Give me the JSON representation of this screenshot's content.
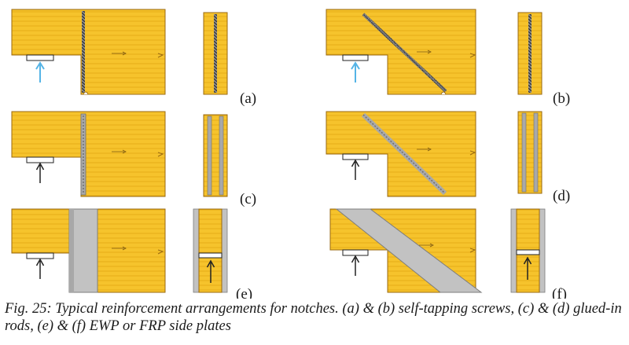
{
  "figure": {
    "panels": [
      {
        "id": "a",
        "label": "(a)",
        "reinforcement": "self-tapping screw (vertical)",
        "support_arrow_color": "#55b4e6"
      },
      {
        "id": "b",
        "label": "(b)",
        "reinforcement": "self-tapping screw (inclined)",
        "support_arrow_color": "#55b4e6"
      },
      {
        "id": "c",
        "label": "(c)",
        "reinforcement": "glued-in rod (vertical)",
        "support_arrow_color": "#222222"
      },
      {
        "id": "d",
        "label": "(d)",
        "reinforcement": "glued-in rod (inclined)",
        "support_arrow_color": "#222222"
      },
      {
        "id": "e",
        "label": "(e)",
        "reinforcement": "side plate (vertical)",
        "support_arrow_color": "#222222"
      },
      {
        "id": "f",
        "label": "(f)",
        "reinforcement": "side plate (inclined)",
        "support_arrow_color": "#222222"
      }
    ],
    "caption": "Fig. 25: Typical reinforcement arrangements for notches. (a) & (b) self-tapping screws, (c) & (d) glued-in rods, (e) & (f) EWP or FRP side plates",
    "colors": {
      "timber": "#f6c32c",
      "timber_grain": "#e3a712",
      "timber_edge": "#9a6a10",
      "plate": "#c2c2c2",
      "plate_edge": "#7d7d7d",
      "screw_arrow": "#55b4e6"
    }
  }
}
